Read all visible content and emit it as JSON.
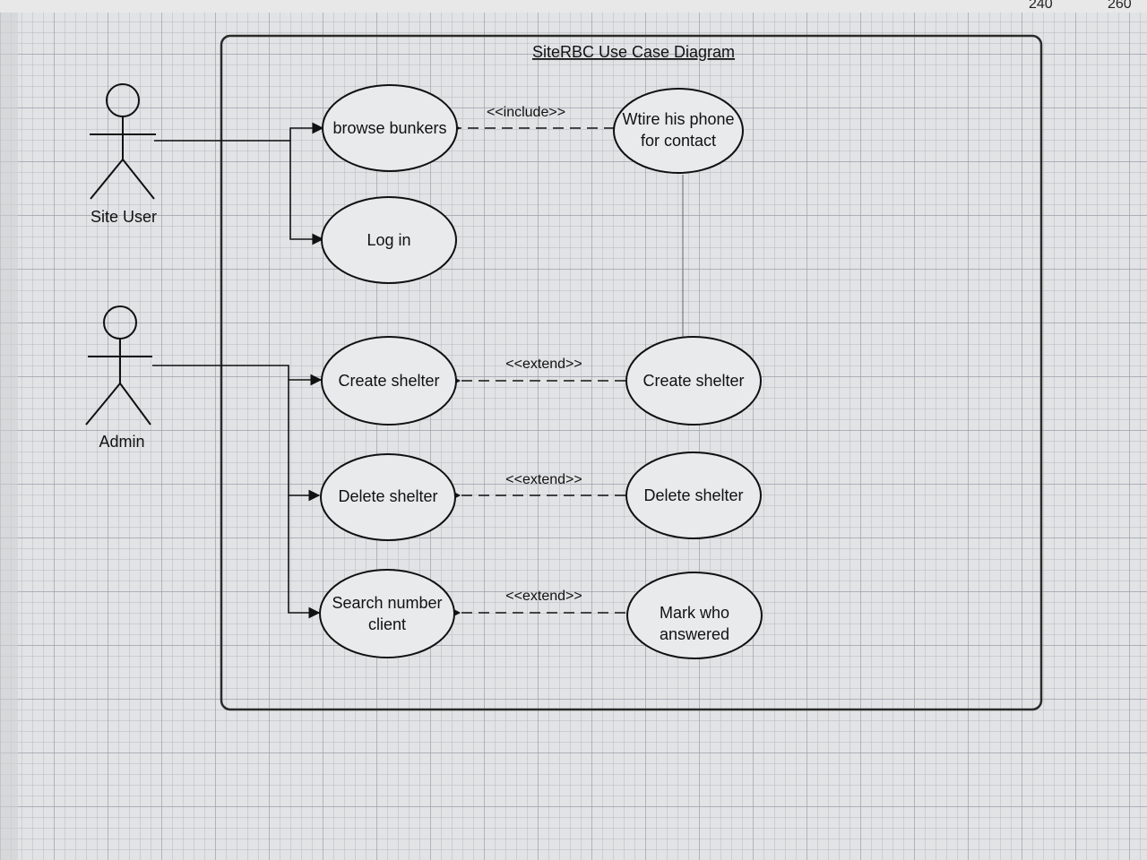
{
  "ruler": {
    "ticks": [
      "240",
      "260"
    ]
  },
  "diagram": {
    "title": "SiteRBC Use Case Diagram",
    "actors": [
      {
        "id": "site-user",
        "label": "Site User"
      },
      {
        "id": "admin",
        "label": "Admin"
      }
    ],
    "use_cases": [
      {
        "id": "browse-bunkers",
        "lines": [
          "browse bunkers"
        ]
      },
      {
        "id": "log-in",
        "lines": [
          "Log in"
        ]
      },
      {
        "id": "write-phone",
        "lines": [
          "Wtire his phone",
          "for contact"
        ]
      },
      {
        "id": "create-shelter",
        "lines": [
          "Create shelter"
        ]
      },
      {
        "id": "create-shelter-ext",
        "lines": [
          "Create shelter"
        ]
      },
      {
        "id": "delete-shelter",
        "lines": [
          "Delete shelter"
        ]
      },
      {
        "id": "delete-shelter-ext",
        "lines": [
          "Delete shelter"
        ]
      },
      {
        "id": "search-number",
        "lines": [
          "Search number",
          "client"
        ]
      },
      {
        "id": "mark-who",
        "lines": [
          "Mark who",
          "answered"
        ]
      }
    ],
    "relations": [
      {
        "id": "include",
        "label": "<<include>>"
      },
      {
        "id": "extend-create",
        "label": "<<extend>>"
      },
      {
        "id": "extend-delete",
        "label": "<<extend>>"
      },
      {
        "id": "extend-search",
        "label": "<<extend>>"
      }
    ]
  }
}
